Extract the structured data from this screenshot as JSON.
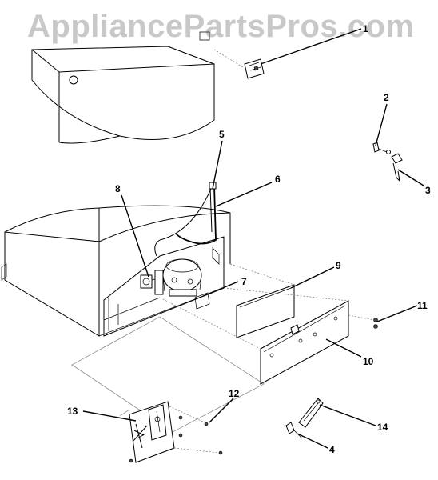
{
  "watermark": "AppliancePartsPros.com",
  "callouts": [
    {
      "id": "1",
      "label": "1"
    },
    {
      "id": "2",
      "label": "2"
    },
    {
      "id": "3",
      "label": "3"
    },
    {
      "id": "4",
      "label": "4"
    },
    {
      "id": "5",
      "label": "5"
    },
    {
      "id": "6",
      "label": "6"
    },
    {
      "id": "7",
      "label": "7"
    },
    {
      "id": "8",
      "label": "8"
    },
    {
      "id": "9",
      "label": "9"
    },
    {
      "id": "10",
      "label": "10"
    },
    {
      "id": "11",
      "label": "11"
    },
    {
      "id": "12",
      "label": "12"
    },
    {
      "id": "13",
      "label": "13"
    },
    {
      "id": "14",
      "label": "14"
    }
  ]
}
